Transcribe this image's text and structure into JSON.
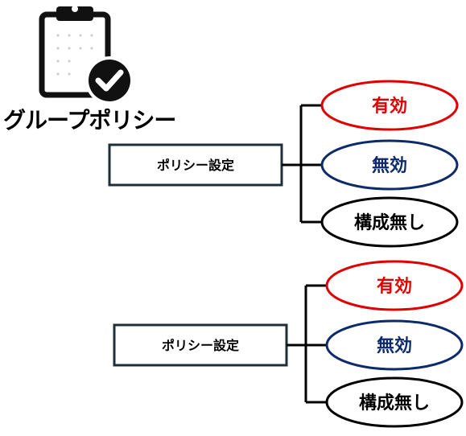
{
  "title": "グループポリシー",
  "icon": "clipboard-check-icon",
  "colors": {
    "enabled": "#e00000",
    "disabled": "#0d2a6b",
    "not_configured": "#000000",
    "box_border": "#1f2f3a"
  },
  "groups": [
    {
      "setting_label": "ポリシー設定",
      "options": [
        {
          "label": "有効",
          "state": "enabled"
        },
        {
          "label": "無効",
          "state": "disabled"
        },
        {
          "label": "構成無し",
          "state": "not_configured"
        }
      ]
    },
    {
      "setting_label": "ポリシー設定",
      "options": [
        {
          "label": "有効",
          "state": "enabled"
        },
        {
          "label": "無効",
          "state": "disabled"
        },
        {
          "label": "構成無し",
          "state": "not_configured"
        }
      ]
    }
  ]
}
